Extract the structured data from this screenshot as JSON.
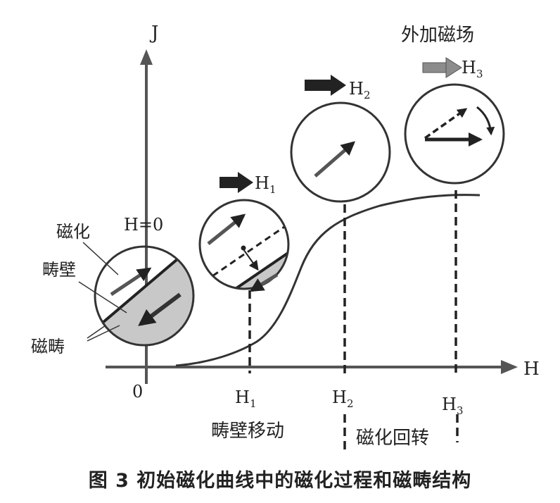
{
  "axes": {
    "y_label": "J",
    "x_label": "H",
    "origin_label": "0"
  },
  "field_labels": {
    "h_zero": "H=0",
    "h1": {
      "base": "H",
      "sub": "1"
    },
    "h2": {
      "base": "H",
      "sub": "2"
    },
    "h3": {
      "base": "H",
      "sub": "3"
    }
  },
  "tick_labels": {
    "h1": {
      "base": "H",
      "sub": "1"
    },
    "h2": {
      "base": "H",
      "sub": "2"
    },
    "h3": {
      "base": "H",
      "sub": "3"
    }
  },
  "annotations": {
    "magnetization": "磁化",
    "domain_wall": "畴壁",
    "magnetic_domain": "磁畴",
    "external_field": "外加磁场"
  },
  "regions": {
    "wall_motion": "畴壁移动",
    "rotation": "磁化回转"
  },
  "caption": "图 3  初始磁化曲线中的磁化过程和磁畴结构",
  "colors": {
    "ink": "#222222",
    "domain_fill": "#c8c8c8",
    "grey_arrow": "#8c8c8c"
  }
}
